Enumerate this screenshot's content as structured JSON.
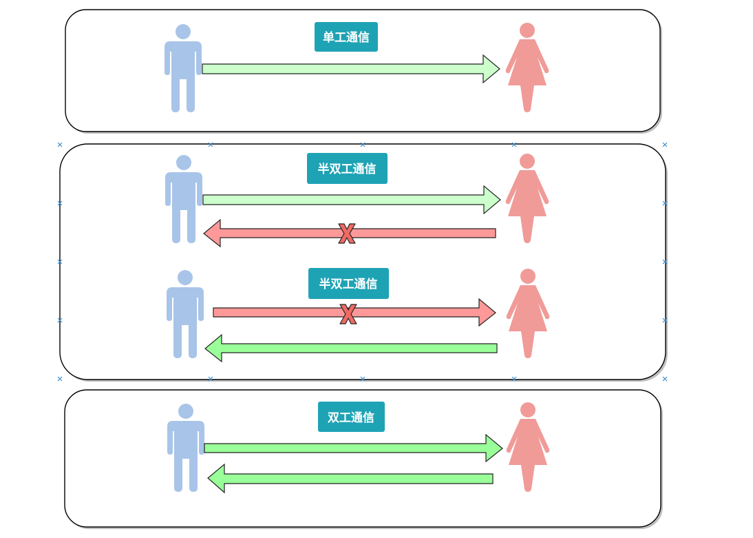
{
  "panels": [
    {
      "id": "simplex",
      "label": "单工通信",
      "arrows": [
        {
          "direction": "right",
          "color": "#ccffcc",
          "blocked": false
        }
      ]
    },
    {
      "id": "half-duplex",
      "selected": true,
      "groups": [
        {
          "label": "半双工通信",
          "arrows": [
            {
              "direction": "right",
              "color": "#ccffcc",
              "blocked": false
            },
            {
              "direction": "left",
              "color": "#ff9999",
              "blocked": true
            }
          ]
        },
        {
          "label": "半双工通信",
          "arrows": [
            {
              "direction": "right",
              "color": "#ff9999",
              "blocked": true
            },
            {
              "direction": "left",
              "color": "#99ff99",
              "blocked": false
            }
          ]
        }
      ]
    },
    {
      "id": "full-duplex",
      "label": "双工通信",
      "arrows": [
        {
          "direction": "right",
          "color": "#99ff99",
          "blocked": false
        },
        {
          "direction": "left",
          "color": "#99ff99",
          "blocked": false
        }
      ]
    }
  ],
  "icons": {
    "sender": "man-icon",
    "receiver": "woman-icon",
    "blocked": "x-mark-icon"
  },
  "colors": {
    "label_background": "#1ea3b5",
    "label_text": "#ffffff",
    "man": "#a8c4e8",
    "woman": "#f09b98",
    "blocked_mark": "#f06a65",
    "selection_handle": "#3a8fd0"
  }
}
